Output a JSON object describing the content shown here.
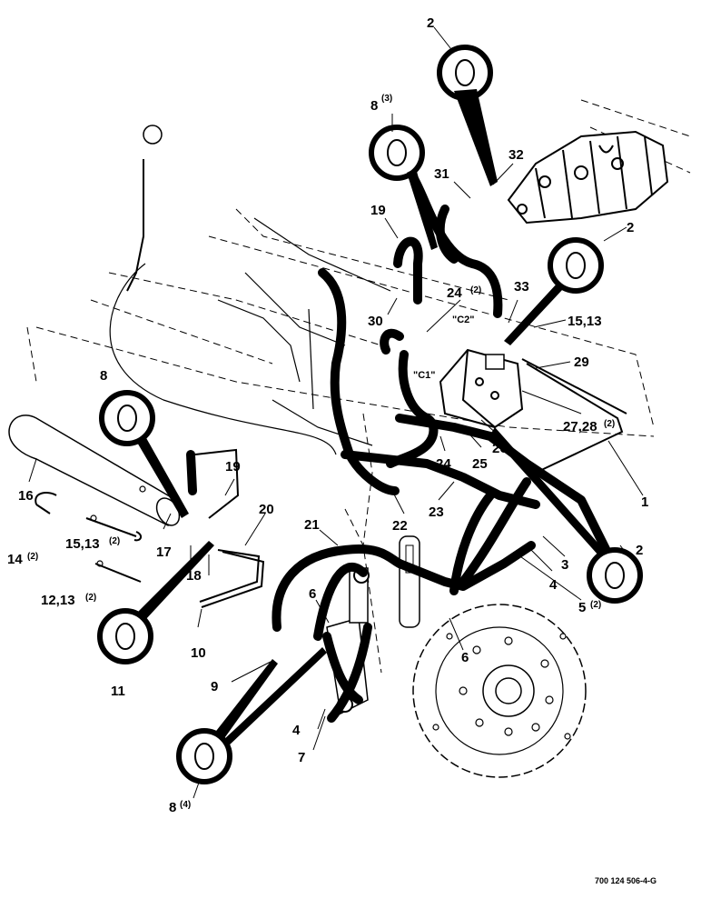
{
  "callouts": [
    {
      "id": "c-2-top",
      "text": "2"
    },
    {
      "id": "c-8-3",
      "text": "8",
      "qty": "(3)"
    },
    {
      "id": "c-32",
      "text": "32"
    },
    {
      "id": "c-31",
      "text": "31"
    },
    {
      "id": "c-19-top",
      "text": "19"
    },
    {
      "id": "c-2-right",
      "text": "2"
    },
    {
      "id": "c-24-2",
      "text": "24",
      "qty": "(2)"
    },
    {
      "id": "c-33",
      "text": "33"
    },
    {
      "id": "c-30",
      "text": "30"
    },
    {
      "id": "c-15-13-right",
      "text": "15,13"
    },
    {
      "id": "c-29",
      "text": "29"
    },
    {
      "id": "c-8-left",
      "text": "8"
    },
    {
      "id": "c-27-28",
      "text": "27,28",
      "qty": "(2)"
    },
    {
      "id": "c-26",
      "text": "26"
    },
    {
      "id": "c-19-left",
      "text": "19"
    },
    {
      "id": "c-24",
      "text": "24"
    },
    {
      "id": "c-25",
      "text": "25"
    },
    {
      "id": "c-16",
      "text": "16"
    },
    {
      "id": "c-1",
      "text": "1"
    },
    {
      "id": "c-23",
      "text": "23"
    },
    {
      "id": "c-22",
      "text": "22"
    },
    {
      "id": "c-20",
      "text": "20"
    },
    {
      "id": "c-21",
      "text": "21"
    },
    {
      "id": "c-15-13-left",
      "text": "15,13",
      "qty": "(2)"
    },
    {
      "id": "c-3",
      "text": "3"
    },
    {
      "id": "c-14",
      "text": "14",
      "qty": "(2)"
    },
    {
      "id": "c-17",
      "text": "17"
    },
    {
      "id": "c-2-lower",
      "text": "2"
    },
    {
      "id": "c-4-right",
      "text": "4"
    },
    {
      "id": "c-18",
      "text": "18"
    },
    {
      "id": "c-12-13",
      "text": "12,13",
      "qty": "(2)"
    },
    {
      "id": "c-5",
      "text": "5",
      "qty": "(2)"
    },
    {
      "id": "c-6-top",
      "text": "6"
    },
    {
      "id": "c-10",
      "text": "10"
    },
    {
      "id": "c-6-mid",
      "text": "6"
    },
    {
      "id": "c-11",
      "text": "11"
    },
    {
      "id": "c-9",
      "text": "9"
    },
    {
      "id": "c-4-low",
      "text": "4"
    },
    {
      "id": "c-7",
      "text": "7"
    },
    {
      "id": "c-8-4",
      "text": "8",
      "qty": "(4)"
    }
  ],
  "port_labels": {
    "c2": "\"C2\"",
    "c1": "\"C1\""
  },
  "drawing_number": "700 124 506-4-G"
}
